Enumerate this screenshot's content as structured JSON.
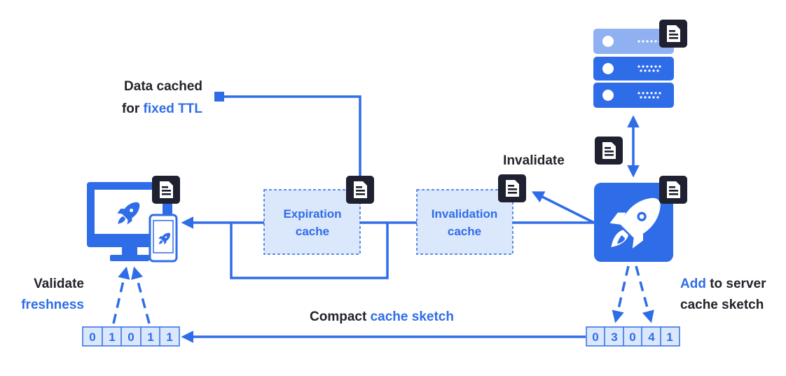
{
  "colors": {
    "primary": "#2f6de8",
    "primary_light": "#dbe7fb",
    "server_top": "#8fb1f1",
    "dark": "#1f2030",
    "text": "#23232b"
  },
  "labels": {
    "data_cached_line1": "Data cached",
    "data_cached_prefix": "for ",
    "data_cached_highlight": "fixed TTL",
    "invalidate": "Invalidate",
    "validate_line1": "Validate",
    "validate_line2": "freshness",
    "add_highlight": "Add",
    "add_suffix": " to server",
    "add_line2": "cache sketch",
    "compact_prefix": "Compact ",
    "compact_highlight": "cache sketch"
  },
  "caches": {
    "expiration_line1": "Expiration",
    "expiration_line2": "cache",
    "invalidation_line1": "Invalidation",
    "invalidation_line2": "cache"
  },
  "client_sketch_bits": [
    "0",
    "1",
    "0",
    "1",
    "1"
  ],
  "server_sketch_counts": [
    "0",
    "3",
    "0",
    "4",
    "1"
  ],
  "icons": [
    "document-icon",
    "rocket-icon",
    "server-icon",
    "monitor-icon",
    "phone-icon"
  ]
}
